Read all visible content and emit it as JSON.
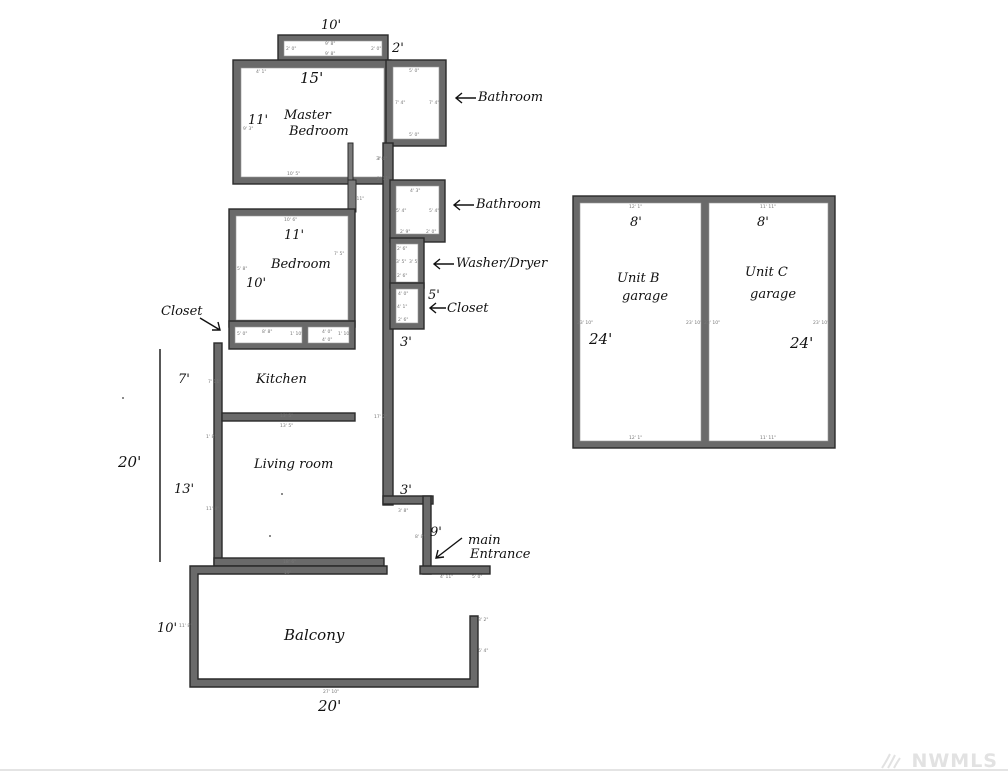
{
  "rooms": {
    "master_bedroom": [
      "Master",
      "Bedroom"
    ],
    "bedroom": "Bedroom",
    "kitchen": "Kitchen",
    "living_room": "Living room",
    "balcony": "Balcony",
    "unit_b_garage": [
      "Unit B",
      "garage"
    ],
    "unit_c_garage": [
      "Unit C",
      "garage"
    ]
  },
  "callouts": {
    "bathroom_top": "Bathroom",
    "bathroom_mid": "Bathroom",
    "washer_dryer": "Washer/Dryer",
    "closet_right": "Closet",
    "closet_left": "Closet",
    "main_entrance": [
      "main",
      "Entrance"
    ]
  },
  "dimensions": {
    "top_nook_width": "10'",
    "top_nook_depth": "2'",
    "master_width": "15'",
    "master_depth": "11'",
    "bedroom_width": "11'",
    "bedroom_depth": "10'",
    "closet_right": "5'",
    "closet_right_width": "3'",
    "kitchen_depth": "7'",
    "living_depth": "13'",
    "total_depth": "20'",
    "entry_width": "3'",
    "entry_depth": "9'",
    "balcony_depth": "10'",
    "balcony_width": "20'",
    "garage_b_width": "8'",
    "garage_b_depth": "24'",
    "garage_c_width": "8'",
    "garage_c_depth": "24'"
  },
  "printed_measurements": {
    "nook_top": "9' 8\"",
    "nook_bottom": "9' 8\"",
    "nook_left": "2' 0\"",
    "nook_right": "2' 0\"",
    "master_top": "4' 1\"",
    "master_left": "9' 3\"",
    "master_bottom": "10' 5\"",
    "master_right": "3' 0\"",
    "bath1_top": "5' 0\"",
    "bath1_left": "7' 4\"",
    "bath1_right": "7' 4\"",
    "bath1_bottom": "5' 0\"",
    "hall_a": "3' 0\"",
    "hall_b": "2' 11\"",
    "hall_c": "1' 11\"",
    "bath2_top": "4' 3\"",
    "bath2_left": "5' 4\"",
    "bath2_right": "5' 4\"",
    "bath2_b1": "2' 9\"",
    "bath2_b2": "2' 0\"",
    "wd_a": "2' 6\"",
    "wd_b": "3' 5\"",
    "wd_c": "3' 5\"",
    "wd_d": "2' 6\"",
    "cl_a": "4' 0\"",
    "cl_b": "4' 1\"",
    "cl_c": "2' 6\"",
    "bed_top": "10' 6\"",
    "bed_left": "5' 8\"",
    "bed_right": "7' 5\"",
    "closet_a": "5' 0\"",
    "closet_b": "8' 8\"",
    "closet_c": "1' 10\"",
    "closet_d": "4' 0\"",
    "closet_e": "1' 10\"",
    "closet_f": "4' 0\"",
    "kitchen_left": "7' 11\"",
    "kitchen_bottom_a": "13' 5\"",
    "kitchen_bottom_b": "13' 5\"",
    "kitchen_step": "1' 8\"",
    "living_left": "11' 8\"",
    "hall_long": "17' 2\"",
    "entry_top": "3' 8\"",
    "entry_left": "8' 8\"",
    "entry_bottom": "4' 11\"",
    "entry_corner": "5' 0\"",
    "living_bottom": "18' 6\"",
    "balcony_top": "19'",
    "balcony_left": "11' 8\"",
    "balcony_right_a": "3' 2\"",
    "balcony_right_b": "6' 4\"",
    "balcony_bottom": "27' 10\"",
    "gb_top": "12' 1\"",
    "gb_left": "23' 10\"",
    "gb_right": "23' 10\"",
    "gb_bottom": "12' 1\"",
    "gc_top": "11' 11\"",
    "gc_left": "23' 10\"",
    "gc_right": "23' 10\"",
    "gc_bottom": "11' 11\""
  },
  "watermark": "NWMLS",
  "colors": {
    "wall": "#6a6a6a",
    "wall_outline": "#2a2a2a",
    "ink": "#111111",
    "watermark": "#e2e2e2"
  }
}
